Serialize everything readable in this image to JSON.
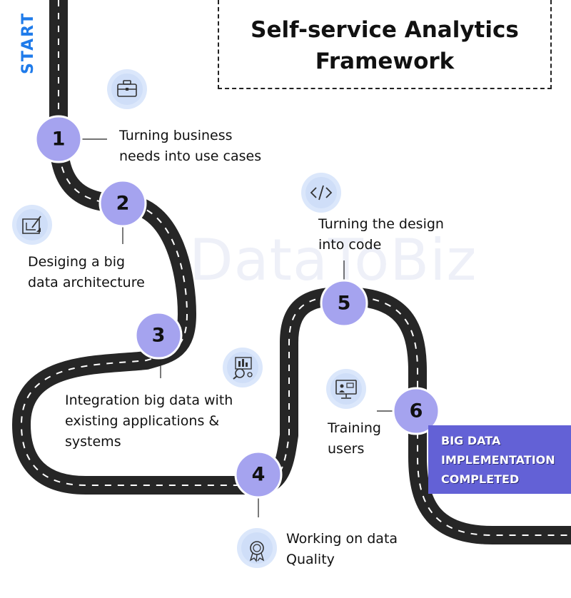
{
  "title": {
    "line1": "Self-service Analytics",
    "line2": "Framework"
  },
  "start_label": "START",
  "watermark": "DataToBiz",
  "steps": [
    {
      "number": "1",
      "lines": [
        "Turning business",
        "needs into use cases"
      ],
      "icon": "briefcase-icon"
    },
    {
      "number": "2",
      "lines": [
        "Desiging a big",
        "data architecture"
      ],
      "icon": "blueprint-icon"
    },
    {
      "number": "3",
      "lines": [
        "Integration big data with",
        "existing applications &",
        "systems"
      ],
      "icon": "analytics-magnifier-icon"
    },
    {
      "number": "4",
      "lines": [
        "Working on data",
        "Quality"
      ],
      "icon": "quality-badge-icon"
    },
    {
      "number": "5",
      "lines": [
        "Turning the design",
        "into code"
      ],
      "icon": "code-icon"
    },
    {
      "number": "6",
      "lines": [
        "Training",
        "users"
      ],
      "icon": "presentation-screen-icon"
    }
  ],
  "final": {
    "lines": [
      "BIG DATA",
      "IMPLEMENTATION",
      "COMPLETED"
    ]
  },
  "colors": {
    "road": "#262626",
    "road_marking": "#ffffff",
    "step_circle": "#a5a3ef",
    "step_border": "#ffffff",
    "icon_bg": "#dbe7fb",
    "start": "#1f7bea",
    "final_bg": "#6361d6"
  }
}
